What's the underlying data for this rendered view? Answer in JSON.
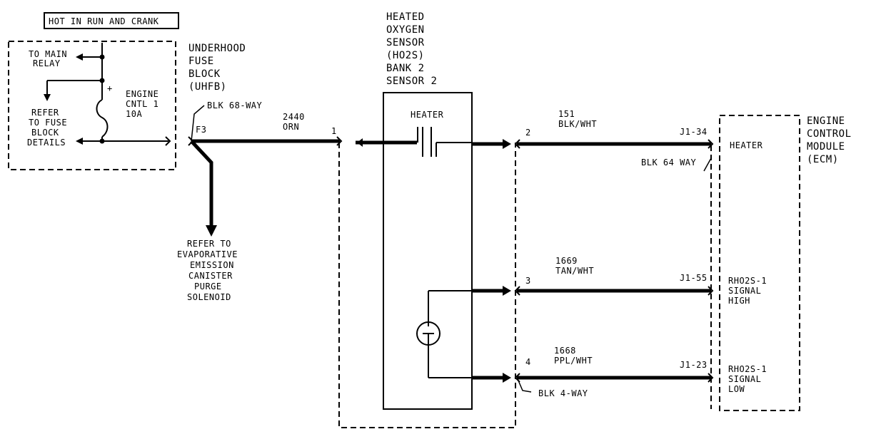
{
  "header_box": "HOT IN RUN AND CRANK",
  "fuse_block": {
    "title": [
      "UNDERHOOD",
      "FUSE",
      "BLOCK",
      "(UHFB)"
    ],
    "to_main_relay": [
      "TO MAIN",
      "RELAY"
    ],
    "refer_fuse": [
      "REFER",
      "TO FUSE",
      "BLOCK",
      "DETAILS"
    ],
    "fuse_label": [
      "ENGINE",
      "CNTL 1",
      "10A"
    ],
    "plus_sign": "+",
    "connector": "BLK 68-WAY",
    "terminal": "F3"
  },
  "wire_2440": {
    "circuit": "2440",
    "color": "ORN"
  },
  "evap_ref": [
    "REFER TO",
    "EVAPORATIVE",
    "EMISSION",
    "CANISTER",
    "PURGE",
    "SOLENOID"
  ],
  "sensor": {
    "title": [
      "HEATED",
      "OXYGEN",
      "SENSOR",
      "(HO2S)",
      "BANK 2",
      "SENSOR 2"
    ],
    "heater_label": "HEATER",
    "pin_1": "1",
    "pin_2": "2",
    "pin_3": "3",
    "pin_4": "4",
    "connector": "BLK 4-WAY"
  },
  "wires": [
    {
      "circuit": "151",
      "color": "BLK/WHT",
      "ecm_pin": "J1-34"
    },
    {
      "circuit": "1669",
      "color": "TAN/WHT",
      "ecm_pin": "J1-55"
    },
    {
      "circuit": "1668",
      "color": "PPL/WHT",
      "ecm_pin": "J1-23"
    }
  ],
  "ecm": {
    "title": [
      "ENGINE",
      "CONTROL",
      "MODULE",
      "(ECM)"
    ],
    "connector": "BLK 64 WAY",
    "heater": "HEATER",
    "signal_high": [
      "RHO2S-1",
      "SIGNAL",
      "HIGH"
    ],
    "signal_low": [
      "RHO2S-1",
      "SIGNAL",
      "LOW"
    ]
  }
}
